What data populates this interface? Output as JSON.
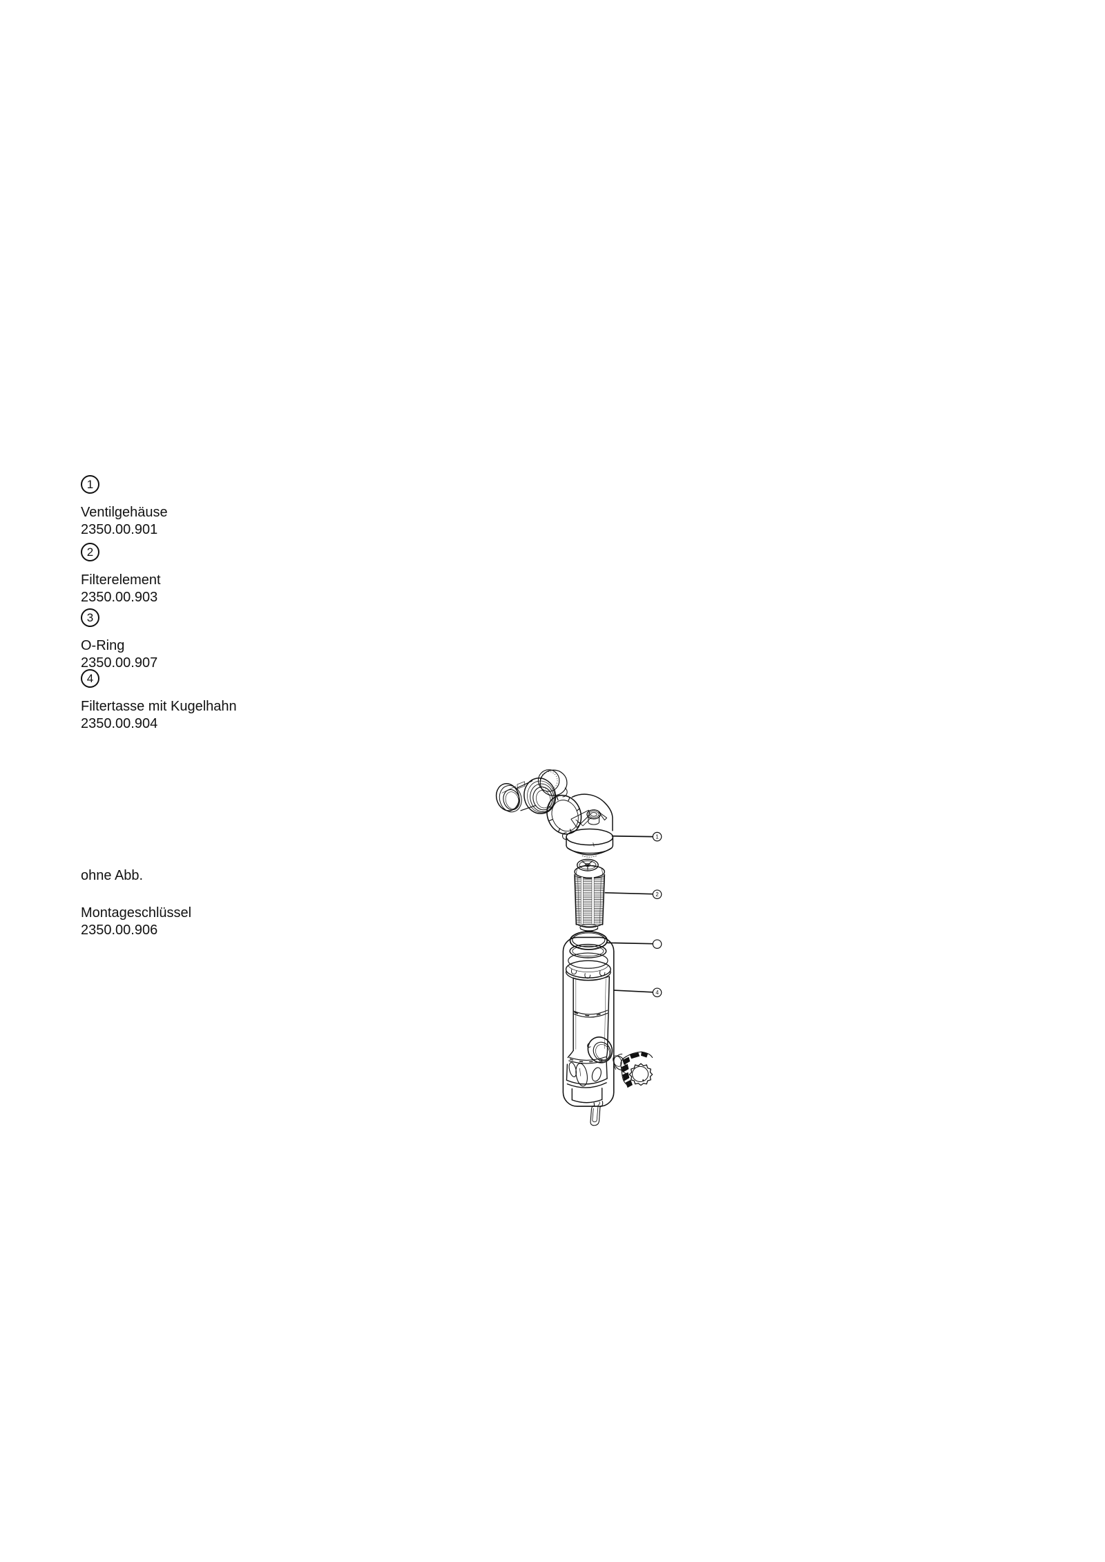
{
  "page": {
    "background": "#ffffff",
    "ink_color": "#111111"
  },
  "parts_list": {
    "items": [
      {
        "number": "1",
        "label": "Ventilgehäuse",
        "part_number": "2350.00.901"
      },
      {
        "number": "2",
        "label": "Filterelement",
        "part_number": "2350.00.903"
      },
      {
        "number": "3",
        "label": "O-Ring",
        "part_number": "2350.00.907"
      },
      {
        "number": "4",
        "label": "Filtertasse mit Kugelhahn",
        "part_number": "2350.00.904"
      }
    ],
    "note": {
      "heading": "ohne Abb.",
      "label": "Montageschlüssel",
      "part_number": "2350.00.906"
    }
  },
  "diagram": {
    "callouts": [
      {
        "number": "1"
      },
      {
        "number": "2"
      },
      {
        "number": ""
      },
      {
        "number": "4"
      }
    ]
  }
}
